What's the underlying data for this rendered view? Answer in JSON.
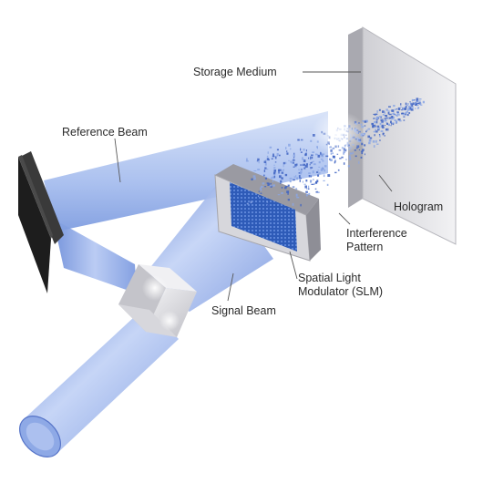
{
  "labels": {
    "storage_medium": "Storage Medium",
    "reference_beam": "Reference Beam",
    "hologram": "Hologram",
    "interference_pattern_line1": "Interference",
    "interference_pattern_line2": "Pattern",
    "slm_line1": "Spatial Light",
    "slm_line2": "Modulator (SLM)",
    "signal_beam": "Signal Beam"
  },
  "colors": {
    "beam_light": "#dbe6fb",
    "beam_mid": "#9db6ec",
    "beam_dark": "#5d7fd3",
    "mirror": "#1e1e1e",
    "slm_grid": "#2f5fbf",
    "medium_face": "#e6e6e9",
    "label_text": "#2a2a2a",
    "leader_line": "#555555"
  }
}
